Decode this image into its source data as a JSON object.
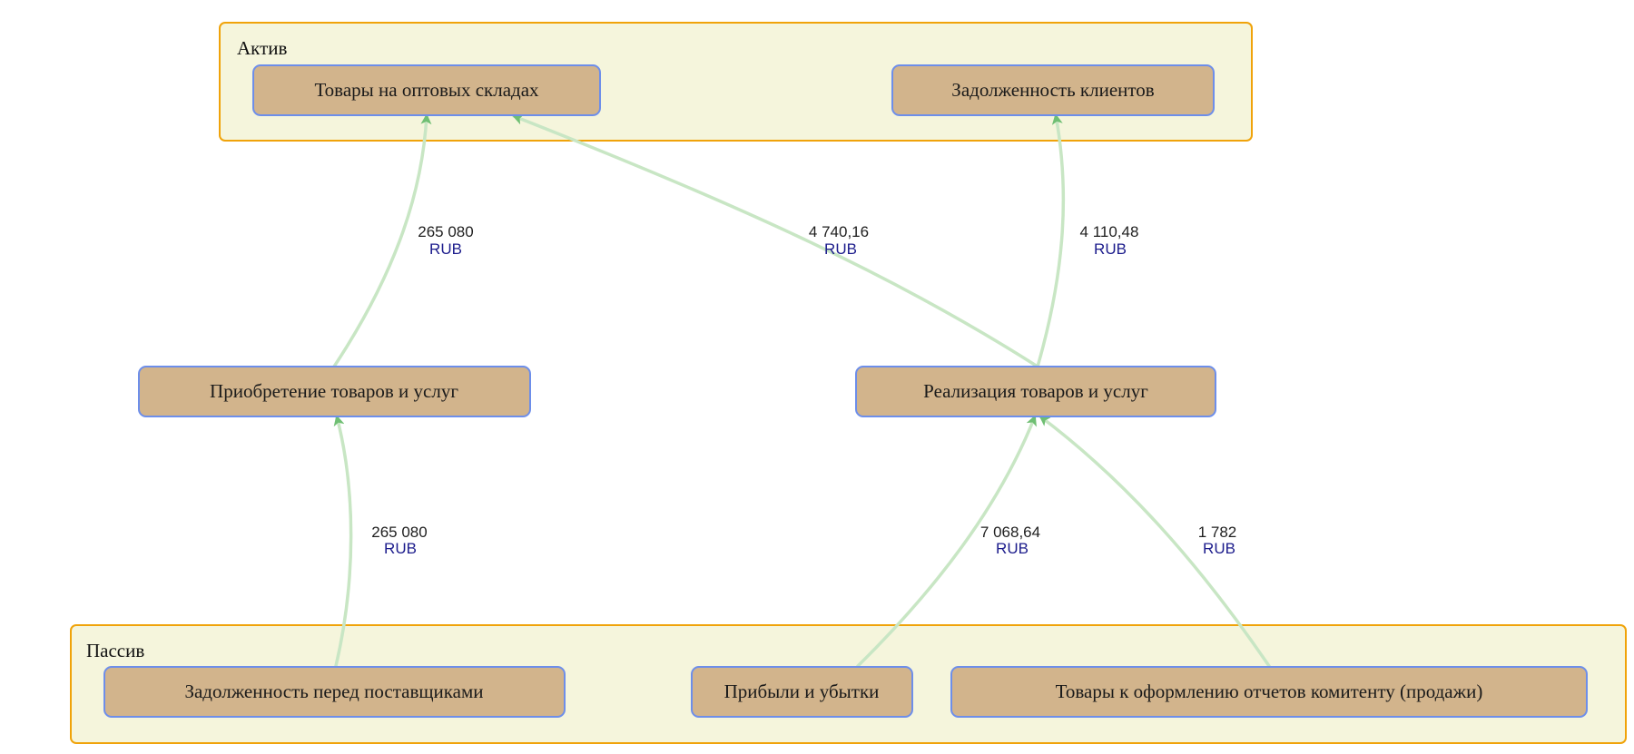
{
  "colors": {
    "group_fill": "#f5f5dc",
    "group_border": "#f0a30a",
    "node_fill": "#d2b48c",
    "node_border": "#6d8eea",
    "edge": "#c8e6c4",
    "arrowhead": "#6fbf73",
    "currency_text": "#1c1c8c"
  },
  "groups": {
    "assets": {
      "label": "Актив"
    },
    "liabilities": {
      "label": "Пассив"
    }
  },
  "nodes": {
    "wholesale_goods": {
      "label": "Товары на оптовых складах"
    },
    "customer_debt": {
      "label": "Задолженность клиентов"
    },
    "purchases": {
      "label": "Приобретение товаров и услуг"
    },
    "sales": {
      "label": "Реализация товаров и услуг"
    },
    "supplier_debt": {
      "label": "Задолженность перед поставщиками"
    },
    "profit_loss": {
      "label": "Прибыли и убытки"
    },
    "consignor_goods": {
      "label": "Товары к оформлению отчетов комитенту (продажи)"
    }
  },
  "edges": {
    "purchases_to_wholesale": {
      "amount": "265 080",
      "currency": "RUB"
    },
    "sales_to_wholesale": {
      "amount": "4 740,16",
      "currency": "RUB"
    },
    "sales_to_customer_debt": {
      "amount": "4 110,48",
      "currency": "RUB"
    },
    "supplier_debt_to_purchases": {
      "amount": "265 080",
      "currency": "RUB"
    },
    "profit_loss_to_sales": {
      "amount": "7 068,64",
      "currency": "RUB"
    },
    "consignor_goods_to_sales": {
      "amount": "1 782",
      "currency": "RUB"
    }
  }
}
